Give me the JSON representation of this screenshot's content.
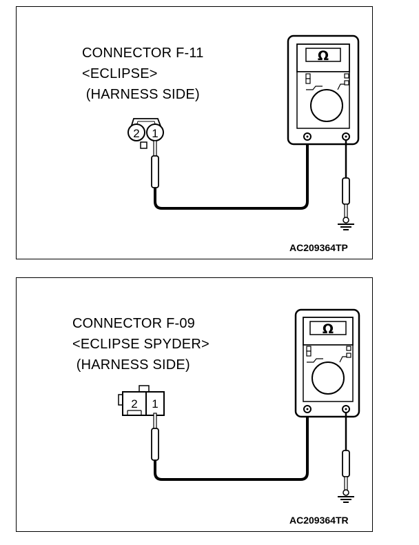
{
  "diagrams": [
    {
      "connector": "CONNECTOR F-11",
      "model": "<ECLIPSE>",
      "side": " (HARNESS SIDE)",
      "pins": [
        "2",
        "1"
      ],
      "meter_symbol": "Ω",
      "figure_code": "AC209364TP"
    },
    {
      "connector": "CONNECTOR F-09",
      "model": "<ECLIPSE SPYDER>",
      "side": " (HARNESS SIDE)",
      "pins": [
        "2",
        "1"
      ],
      "meter_symbol": "Ω",
      "figure_code": "AC209364TR"
    }
  ]
}
